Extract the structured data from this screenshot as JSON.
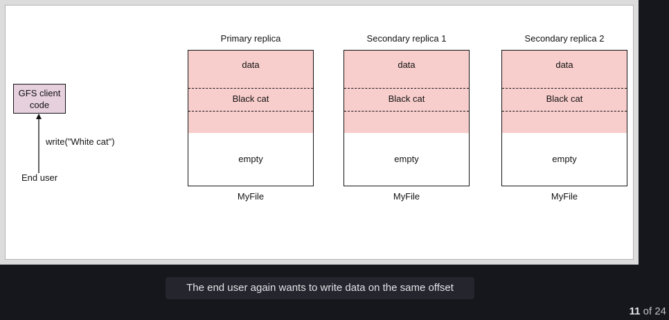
{
  "diagram": {
    "client_box": "GFS client\ncode",
    "write_call": "write(\"White cat\")",
    "end_user": "End user",
    "replicas": [
      {
        "title": "Primary replica",
        "data_label": "data",
        "record_label": "Black cat",
        "empty_label": "empty",
        "file_label": "MyFile"
      },
      {
        "title": "Secondary replica  1",
        "data_label": "data",
        "record_label": "Black cat",
        "empty_label": "empty",
        "file_label": "MyFile"
      },
      {
        "title": "Secondary replica  2",
        "data_label": "data",
        "record_label": "Black cat",
        "empty_label": "empty",
        "file_label": "MyFile"
      }
    ]
  },
  "caption": "The end user again wants to write data on the same offset",
  "pager": {
    "current": "11",
    "separator": " of ",
    "total": "24"
  },
  "colors": {
    "filled": "#f8cecc",
    "client_box": "#e6d0de"
  }
}
